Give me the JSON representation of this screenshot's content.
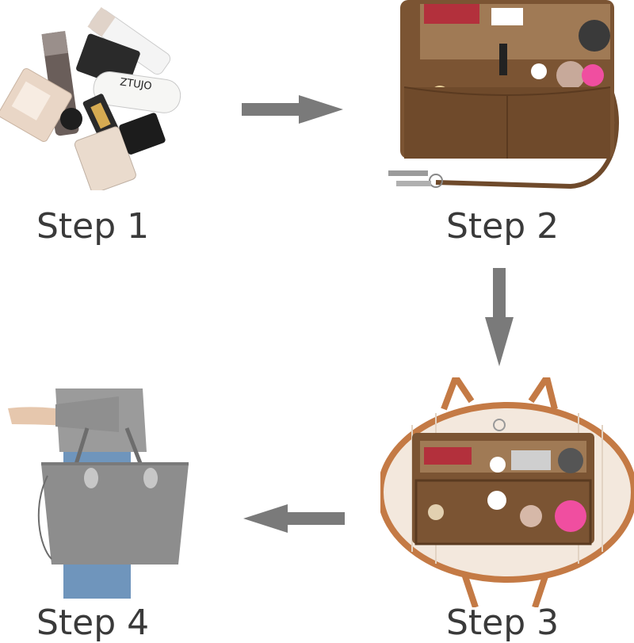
{
  "steps": [
    {
      "label": "Step 1",
      "brand_text": "ZTUJO"
    },
    {
      "label": "Step 2"
    },
    {
      "label": "Step 3"
    },
    {
      "label": "Step 4"
    }
  ],
  "colors": {
    "arrow": "#7a7a7a",
    "felt_brown": "#7b5433",
    "tote_grey": "#8d8d8d",
    "leather_tan": "#c47a45",
    "label_text": "#3a3a3a"
  },
  "icons": {
    "arrow_right": "arrow-right-icon",
    "arrow_down": "arrow-down-icon",
    "arrow_left": "arrow-left-icon"
  }
}
